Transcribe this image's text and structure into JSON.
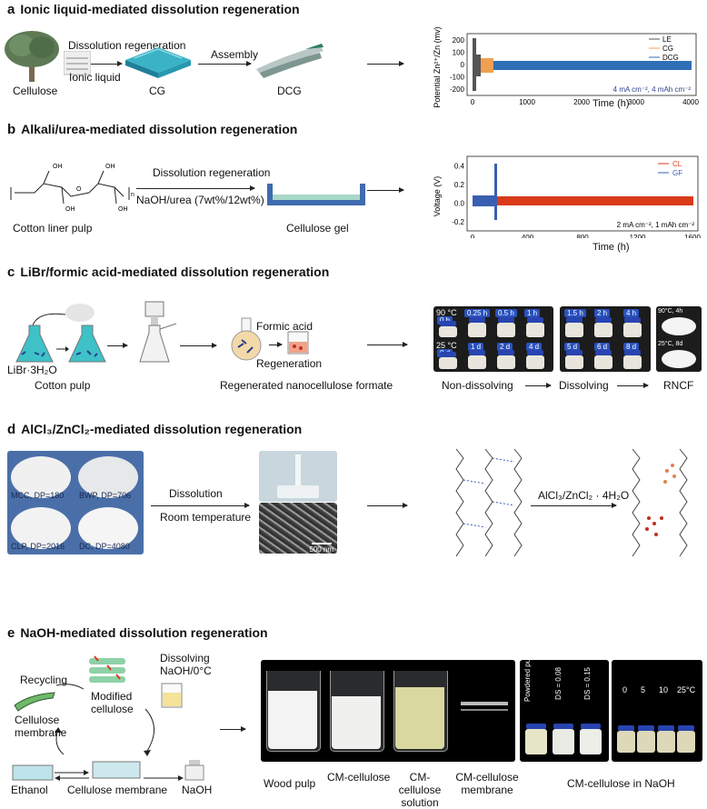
{
  "panels": {
    "a": {
      "letter": "a",
      "title": "Ionic liquid-mediated dissolution regeneration",
      "labels": {
        "cellulose": "Cellulose",
        "cg": "CG",
        "dcg": "DCG",
        "dissolution": "Dissolution regeneration",
        "ionic": "Ionic liquid",
        "assembly": "Assembly"
      },
      "chart": {
        "ylabel": "Potential Zn²⁺/Zn  (mv)",
        "xlabel": "Time (h)",
        "note": "4 mA cm⁻²,  4 mAh cm⁻²",
        "xticks": [
          "0",
          "1000",
          "2000",
          "3000",
          "4000"
        ],
        "yticks": [
          "200",
          "100",
          "0",
          "-100",
          "-200"
        ],
        "legend": [
          "LE",
          "CG",
          "DCG"
        ]
      }
    },
    "b": {
      "letter": "b",
      "title": "Alkali/urea-mediated dissolution regeneration",
      "labels": {
        "pulp": "Cotton liner pulp",
        "dissolution": "Dissolution regeneration",
        "solvent": "NaOH/urea (7wt%/12wt%)",
        "gel": "Cellulose gel"
      },
      "chart": {
        "ylabel": "Voltage (V)",
        "xlabel": "Time (h)",
        "note": "2 mA cm⁻²,  1 mAh cm⁻²",
        "xticks": [
          "0",
          "400",
          "800",
          "1200",
          "1600"
        ],
        "yticks": [
          "0.4",
          "0.2",
          "0.0",
          "-0.2"
        ],
        "legend": [
          "CL",
          "GF"
        ]
      }
    },
    "c": {
      "letter": "c",
      "title": "LiBr/formic acid-mediated dissolution regeneration",
      "labels": {
        "libr": "LiBr·3H₂O",
        "pulp": "Cotton pulp",
        "formic": "Formic acid",
        "regeneration": "Regeneration",
        "formate": "Regenerated nanocellulose formate",
        "nondissolving": "Non-dissolving",
        "dissolving": "Dissolving",
        "rncf": "RNCF"
      },
      "tags_top": [
        "0 h",
        "0.25 h",
        "0.5 h",
        "1 h",
        "1.5 h",
        "2 h",
        "4 h"
      ],
      "tags_bottom": [
        "0 d",
        "1 d",
        "2 d",
        "4 d",
        "5 d",
        "6 d",
        "8 d"
      ],
      "temp_top": "90 °C",
      "temp_bottom": "25 °C",
      "rncf_top": "90°C, 4h",
      "rncf_bottom": "25°C, 8d"
    },
    "d": {
      "letter": "d",
      "title": "AlCl₃/ZnCl₂-mediated dissolution regeneration",
      "labels": {
        "dissolution": "Dissolution",
        "room": "Room temperature",
        "reagent": "AlCl₃/ZnCl₂ · 4H₂O",
        "scale": "500 nm"
      },
      "samples": [
        "MCC, DP=180",
        "BWP, DP=706",
        "CLP, DP=2016",
        "DC, DP=4080"
      ]
    },
    "e": {
      "letter": "e",
      "title": "NaOH-mediated dissolution regeneration",
      "labels": {
        "recycling": "Recycling",
        "modified": "Modified cellulose",
        "dissolving": "Dissolving NaOH/0°C",
        "membrane": "Cellulose membrane",
        "ethanol": "Ethanol",
        "cm_bottom": "Cellulose membrane",
        "naoh": "NaOH"
      },
      "photos": [
        "Wood pulp",
        "CM-cellulose",
        "CM-cellulose solution",
        "CM-cellulose membrane",
        "CM-cellulose in NaOH"
      ],
      "jar_labels": [
        "Powdered pulp",
        "DS = 0.08",
        "DS = 0.15"
      ],
      "temps": [
        "0",
        "5",
        "10",
        "25°C"
      ]
    }
  },
  "colors": {
    "le": "#555555",
    "cg": "#f0a050",
    "dcg": "#2f6fb5",
    "cl": "#d93a1a",
    "gf": "#3a5fb0"
  }
}
